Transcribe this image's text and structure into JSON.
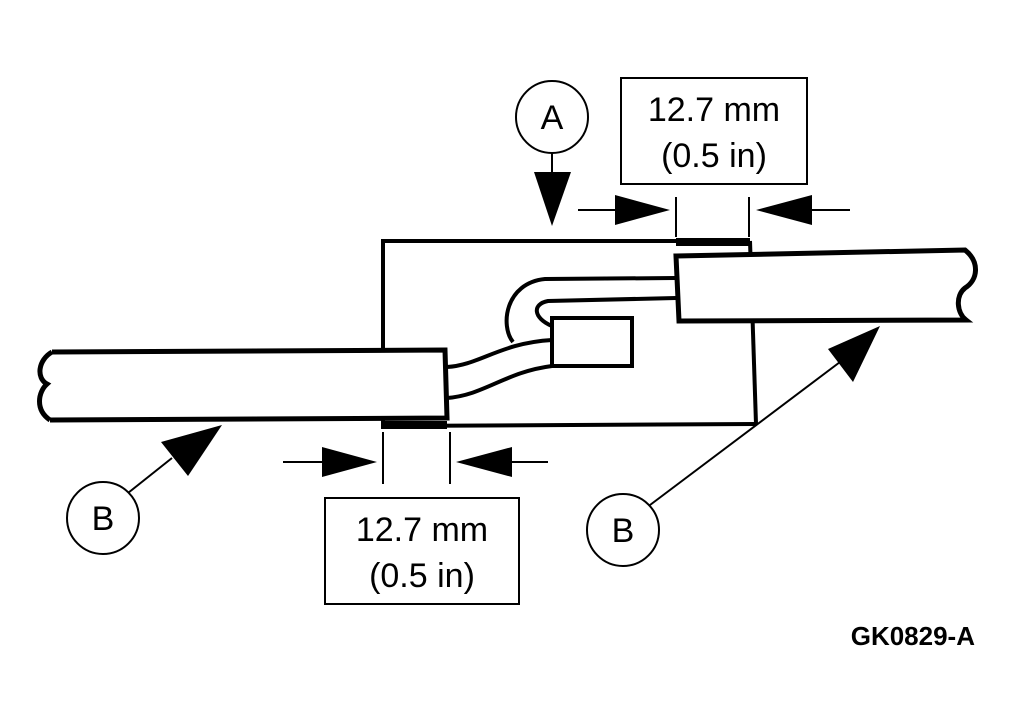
{
  "diagram": {
    "callouts": {
      "a": "A",
      "b_left": "B",
      "b_right": "B"
    },
    "dimensions": {
      "top": {
        "metric": "12.7 mm",
        "imperial": "(0.5 in)"
      },
      "bottom": {
        "metric": "12.7 mm",
        "imperial": "(0.5 in)"
      }
    },
    "figure_id": "GK0829-A"
  }
}
